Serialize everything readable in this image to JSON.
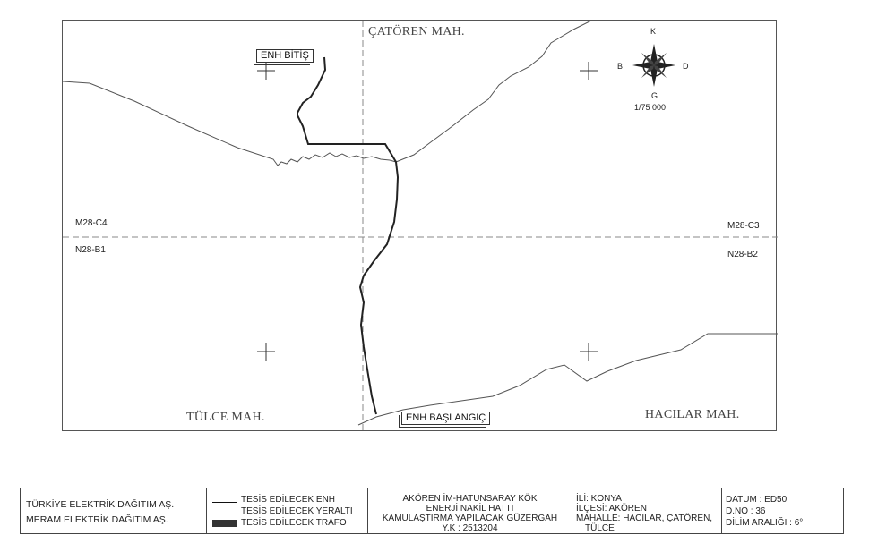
{
  "map": {
    "neighborhoods": {
      "north": "ÇATÖREN MAH.",
      "southwest": "TÜLCE MAH.",
      "southeast": "HACILAR MAH."
    },
    "sheets": {
      "nw": "M28-C4",
      "ne": "M28-C3",
      "sw": "N28-B1",
      "se": "N28-B2"
    },
    "route_labels": {
      "end": "ENH BİTİŞ",
      "start": "ENH BAŞLANGIÇ"
    },
    "compass": {
      "north": "K",
      "south": "G",
      "east": "D",
      "west": "B",
      "icon": "compass-rose-icon"
    },
    "scale": "1/75 000"
  },
  "title_block": {
    "company_1": "TÜRKİYE ELEKTRİK DAĞITIM AŞ.",
    "company_2": "MERAM ELEKTRİK DAĞITIM AŞ.",
    "legend": [
      {
        "symbol": "solid-line",
        "label": "TESİS EDİLECEK ENH"
      },
      {
        "symbol": "dotted-line",
        "label": "TESİS EDİLECEK YERALTI"
      },
      {
        "symbol": "filled-box",
        "label": "TESİS EDİLECEK TRAFO"
      }
    ],
    "project": {
      "line1": "AKÖREN İM-HATUNSARAY KÖK",
      "line2": "ENERJİ NAKİL HATTI",
      "line3": "KAMULAŞTIRMA YAPILACAK GÜZERGAH",
      "line4": "Y.K : 2513204"
    },
    "location": {
      "il": "İLİ: KONYA",
      "ilce": "İLÇESİ: AKÖREN",
      "mahalle": "MAHALLE: HACILAR, ÇATÖREN,",
      "mahalle2": "TÜLCE"
    },
    "datum": {
      "datum": "DATUM : ED50",
      "dno": "D.NO : 36",
      "dilim": "DİLİM ARALIĞI : 6°"
    }
  },
  "colors": {
    "route": "#222222",
    "boundary": "#555555",
    "grid": "#888888"
  }
}
